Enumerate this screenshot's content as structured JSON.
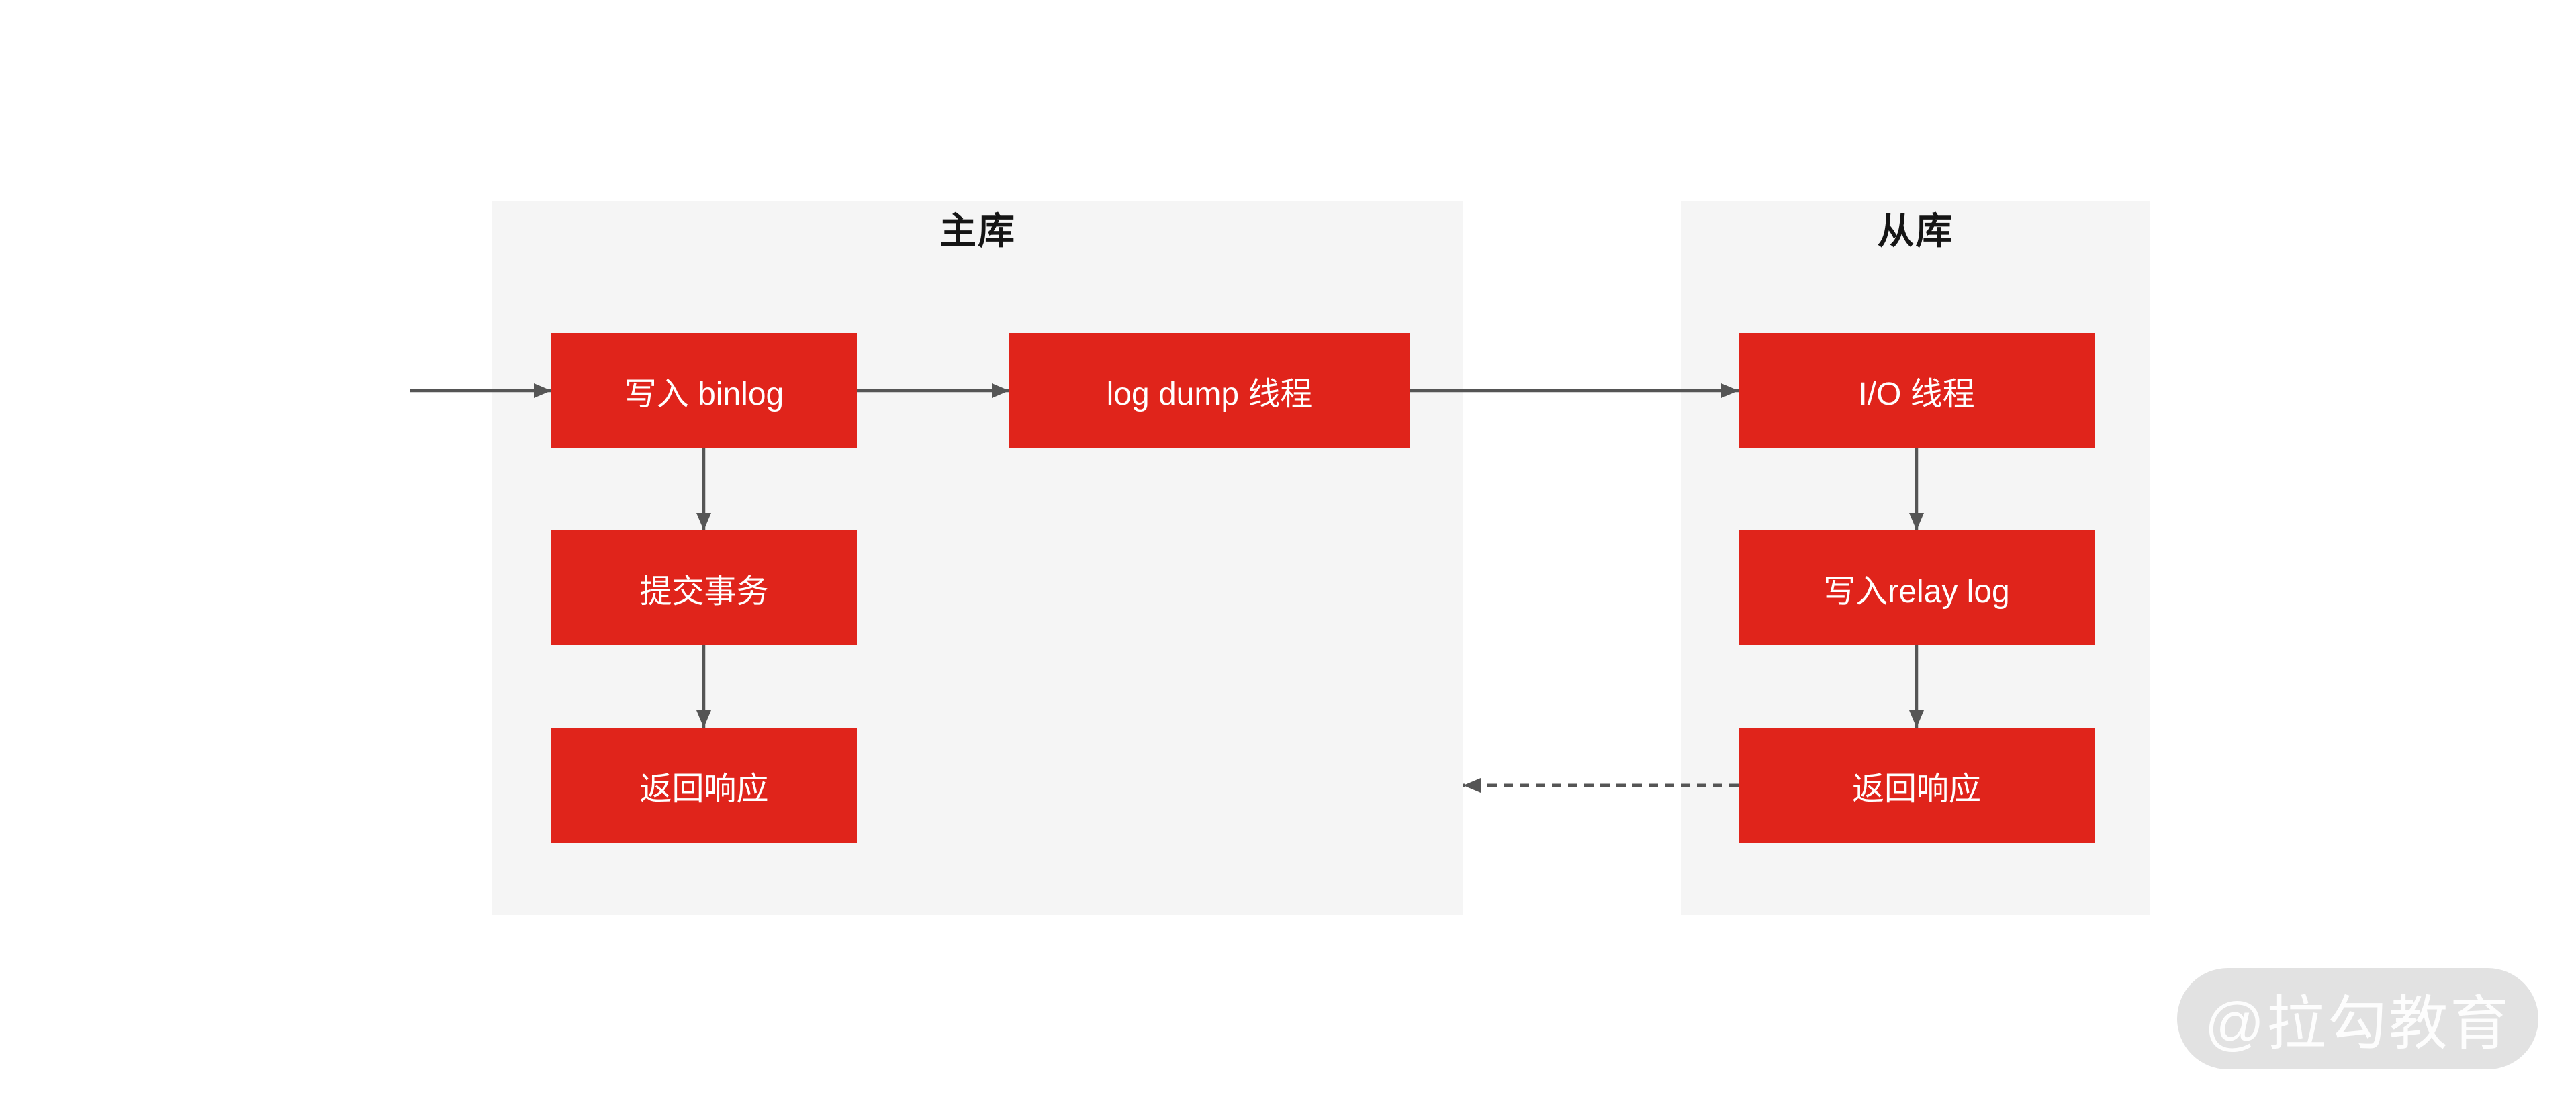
{
  "diagram": {
    "panels": {
      "master": {
        "title": "主库"
      },
      "slave": {
        "title": "从库"
      }
    },
    "nodes": {
      "write_binlog": {
        "label": "写入 binlog"
      },
      "log_dump_thread": {
        "label": "log dump 线程"
      },
      "io_thread": {
        "label": "I/O 线程"
      },
      "commit_transaction": {
        "label": "提交事务"
      },
      "write_relay_log": {
        "label": "写入relay log"
      },
      "master_return_response": {
        "label": "返回响应"
      },
      "slave_return_response": {
        "label": "返回响应"
      }
    },
    "edges": [
      {
        "from": "client",
        "to": "write_binlog",
        "style": "solid"
      },
      {
        "from": "write_binlog",
        "to": "log_dump_thread",
        "style": "solid"
      },
      {
        "from": "log_dump_thread",
        "to": "io_thread",
        "style": "solid"
      },
      {
        "from": "write_binlog",
        "to": "commit_transaction",
        "style": "solid"
      },
      {
        "from": "commit_transaction",
        "to": "master_return_response",
        "style": "solid"
      },
      {
        "from": "io_thread",
        "to": "write_relay_log",
        "style": "solid"
      },
      {
        "from": "write_relay_log",
        "to": "slave_return_response",
        "style": "solid"
      },
      {
        "from": "slave_return_response",
        "to": "master_panel",
        "style": "dashed"
      }
    ],
    "colors": {
      "node_fill": "#e0241b",
      "node_text": "#ffffff",
      "panel_fill": "#f5f5f5",
      "arrow": "#555555",
      "title_text": "#151515",
      "watermark_fill": "#e2e2e2",
      "watermark_text": "#fdfdfd",
      "page_bg": "#ffffff"
    },
    "watermark": {
      "label": "@拉勾教育"
    }
  }
}
